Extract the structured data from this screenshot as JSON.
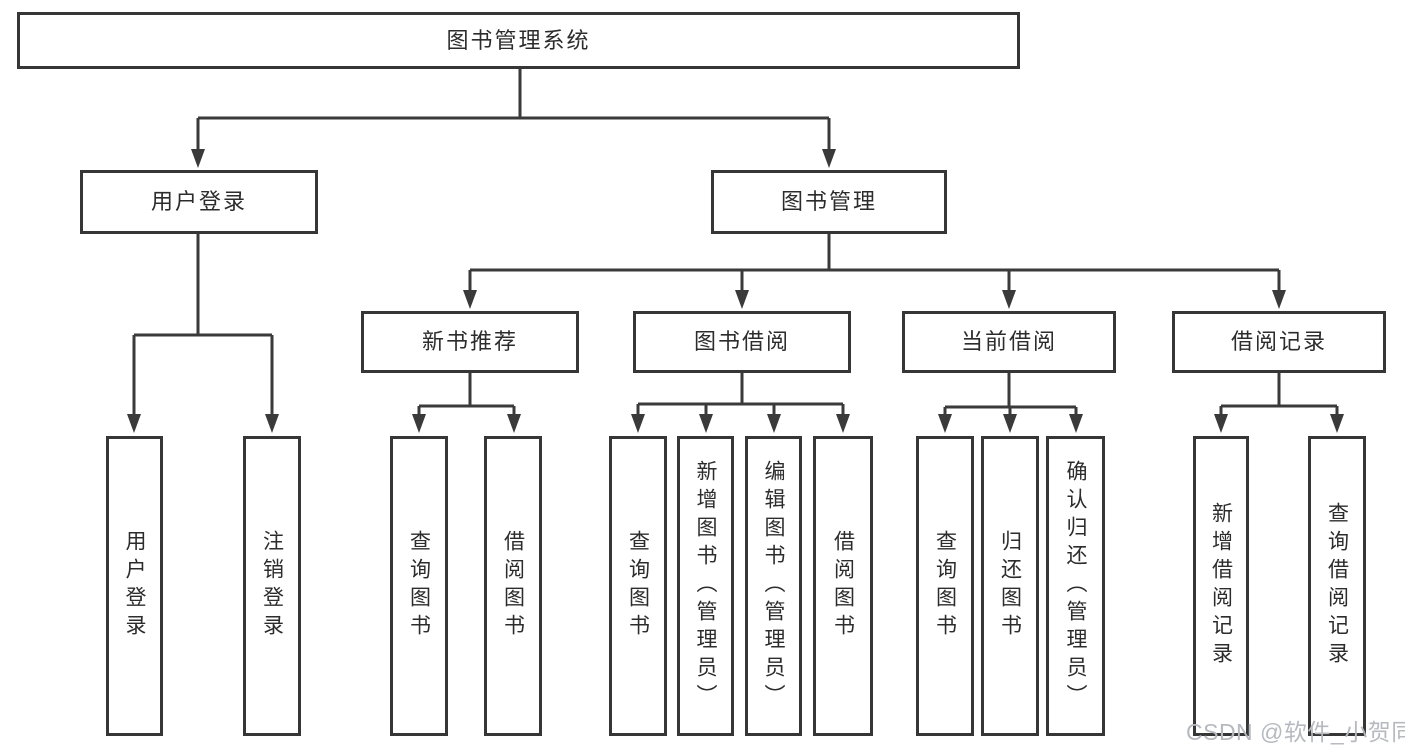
{
  "diagram": {
    "type": "tree-structure-chart",
    "root": {
      "label": "图书管理系统"
    },
    "level2": [
      {
        "label": "用户登录"
      },
      {
        "label": "图书管理"
      }
    ],
    "level3": [
      {
        "label": "新书推荐",
        "parent": "图书管理"
      },
      {
        "label": "图书借阅",
        "parent": "图书管理"
      },
      {
        "label": "当前借阅",
        "parent": "图书管理"
      },
      {
        "label": "借阅记录",
        "parent": "图书管理"
      }
    ],
    "leaves": [
      {
        "label": "用户登录",
        "parent": "用户登录"
      },
      {
        "label": "注销登录",
        "parent": "用户登录"
      },
      {
        "label": "查询图书",
        "parent": "新书推荐"
      },
      {
        "label": "借阅图书",
        "parent": "新书推荐"
      },
      {
        "label": "查询图书",
        "parent": "图书借阅"
      },
      {
        "label": "新增图书（管理员）",
        "parent": "图书借阅"
      },
      {
        "label": "编辑图书（管理员）",
        "parent": "图书借阅"
      },
      {
        "label": "借阅图书",
        "parent": "图书借阅"
      },
      {
        "label": "查询图书",
        "parent": "当前借阅"
      },
      {
        "label": "归还图书",
        "parent": "当前借阅"
      },
      {
        "label": "确认归还（管理员）",
        "parent": "当前借阅"
      },
      {
        "label": "新增借阅记录",
        "parent": "借阅记录"
      },
      {
        "label": "查询借阅记录",
        "parent": "借阅记录"
      }
    ]
  },
  "watermark": {
    "text": "CSDN @软件_小贺同学",
    "color": "#b6bac0"
  },
  "colors": {
    "line": "#3a3a3a",
    "box_border": "#363636",
    "box_background": "#ffffff",
    "text": "#2c2c2c",
    "page_background": "#ffffff"
  }
}
